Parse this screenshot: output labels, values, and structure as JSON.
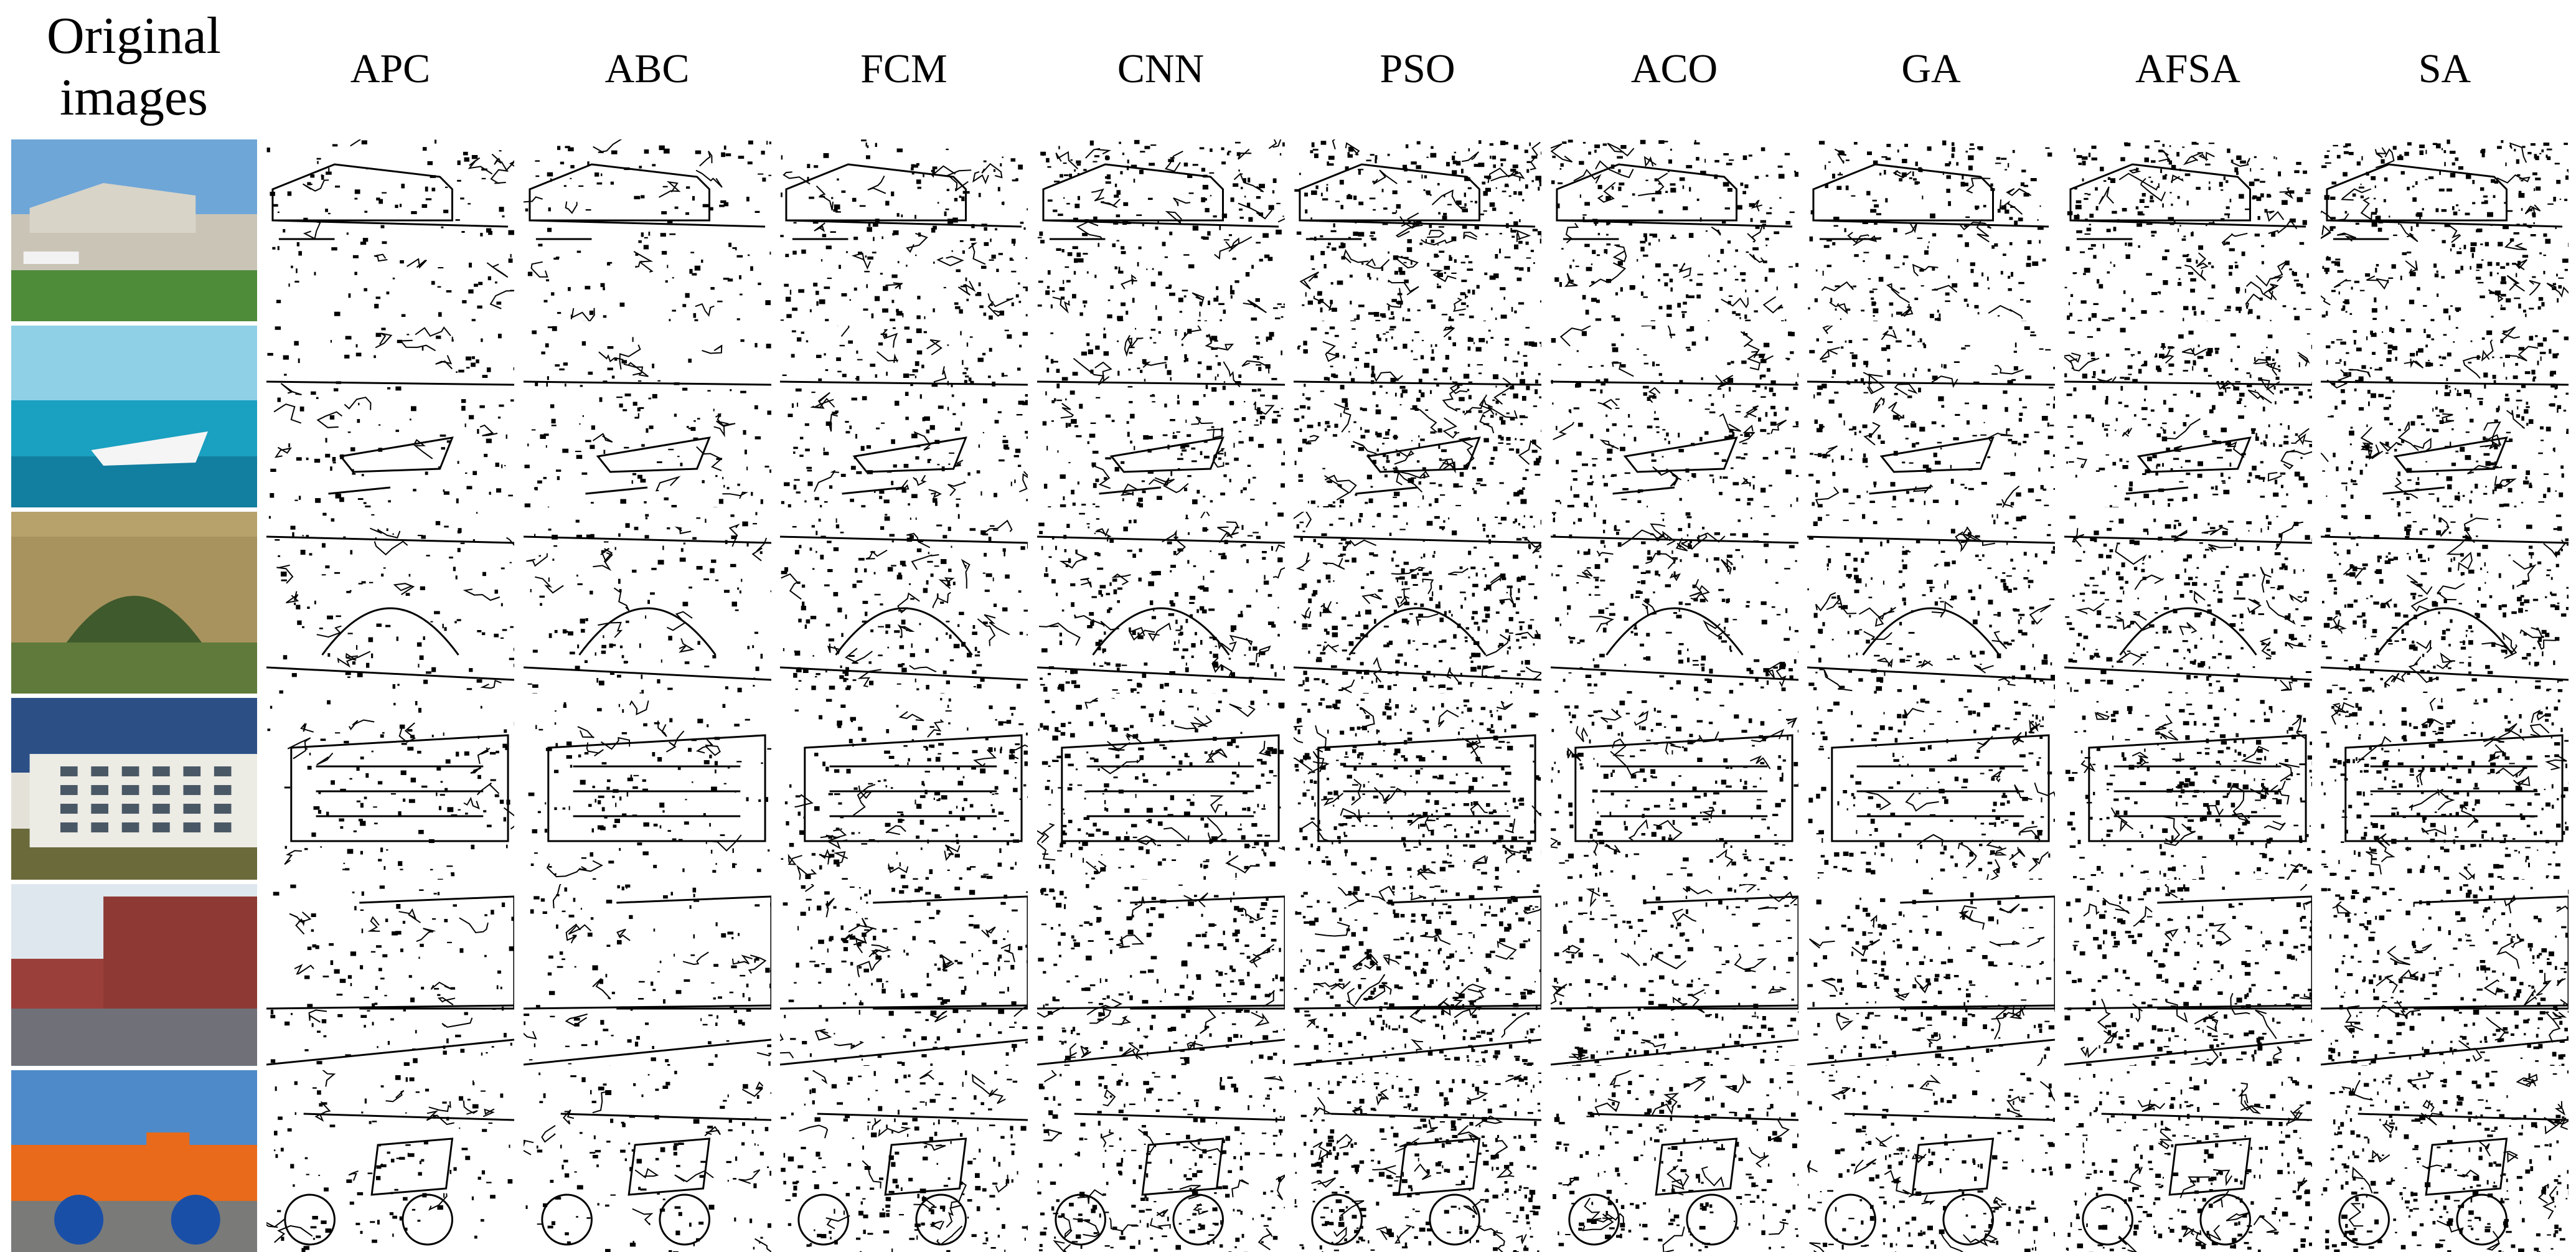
{
  "header": {
    "original_line1": "Original",
    "original_line2": "images",
    "methods": [
      "APC",
      "ABC",
      "FCM",
      "CNN",
      "PSO",
      "ACO",
      "GA",
      "AFSA",
      "SA"
    ]
  },
  "rows": [
    {
      "scene": "hangar-airplane",
      "palette": {
        "sky": "#6ea6d8",
        "mid": "#c9c4b6",
        "ground": "#4f8c3a"
      }
    },
    {
      "scene": "boat-sea",
      "palette": {
        "sky": "#8fd0e6",
        "mid": "#1aa0c0",
        "ground": "#127ea0"
      }
    },
    {
      "scene": "stone-bridge",
      "palette": {
        "sky": "#b7a26c",
        "mid": "#8c7a4c",
        "ground": "#5f7a3a"
      }
    },
    {
      "scene": "building",
      "palette": {
        "sky": "#2c4f86",
        "mid": "#e4e2d8",
        "ground": "#6b6a3b"
      }
    },
    {
      "scene": "street",
      "palette": {
        "sky": "#dfe7ee",
        "mid": "#9a3f3a",
        "ground": "#6f6f75"
      }
    },
    {
      "scene": "motorcycle",
      "palette": {
        "sky": "#4e8ac9",
        "mid": "#e86a1a",
        "ground": "#7a7a78"
      }
    }
  ]
}
